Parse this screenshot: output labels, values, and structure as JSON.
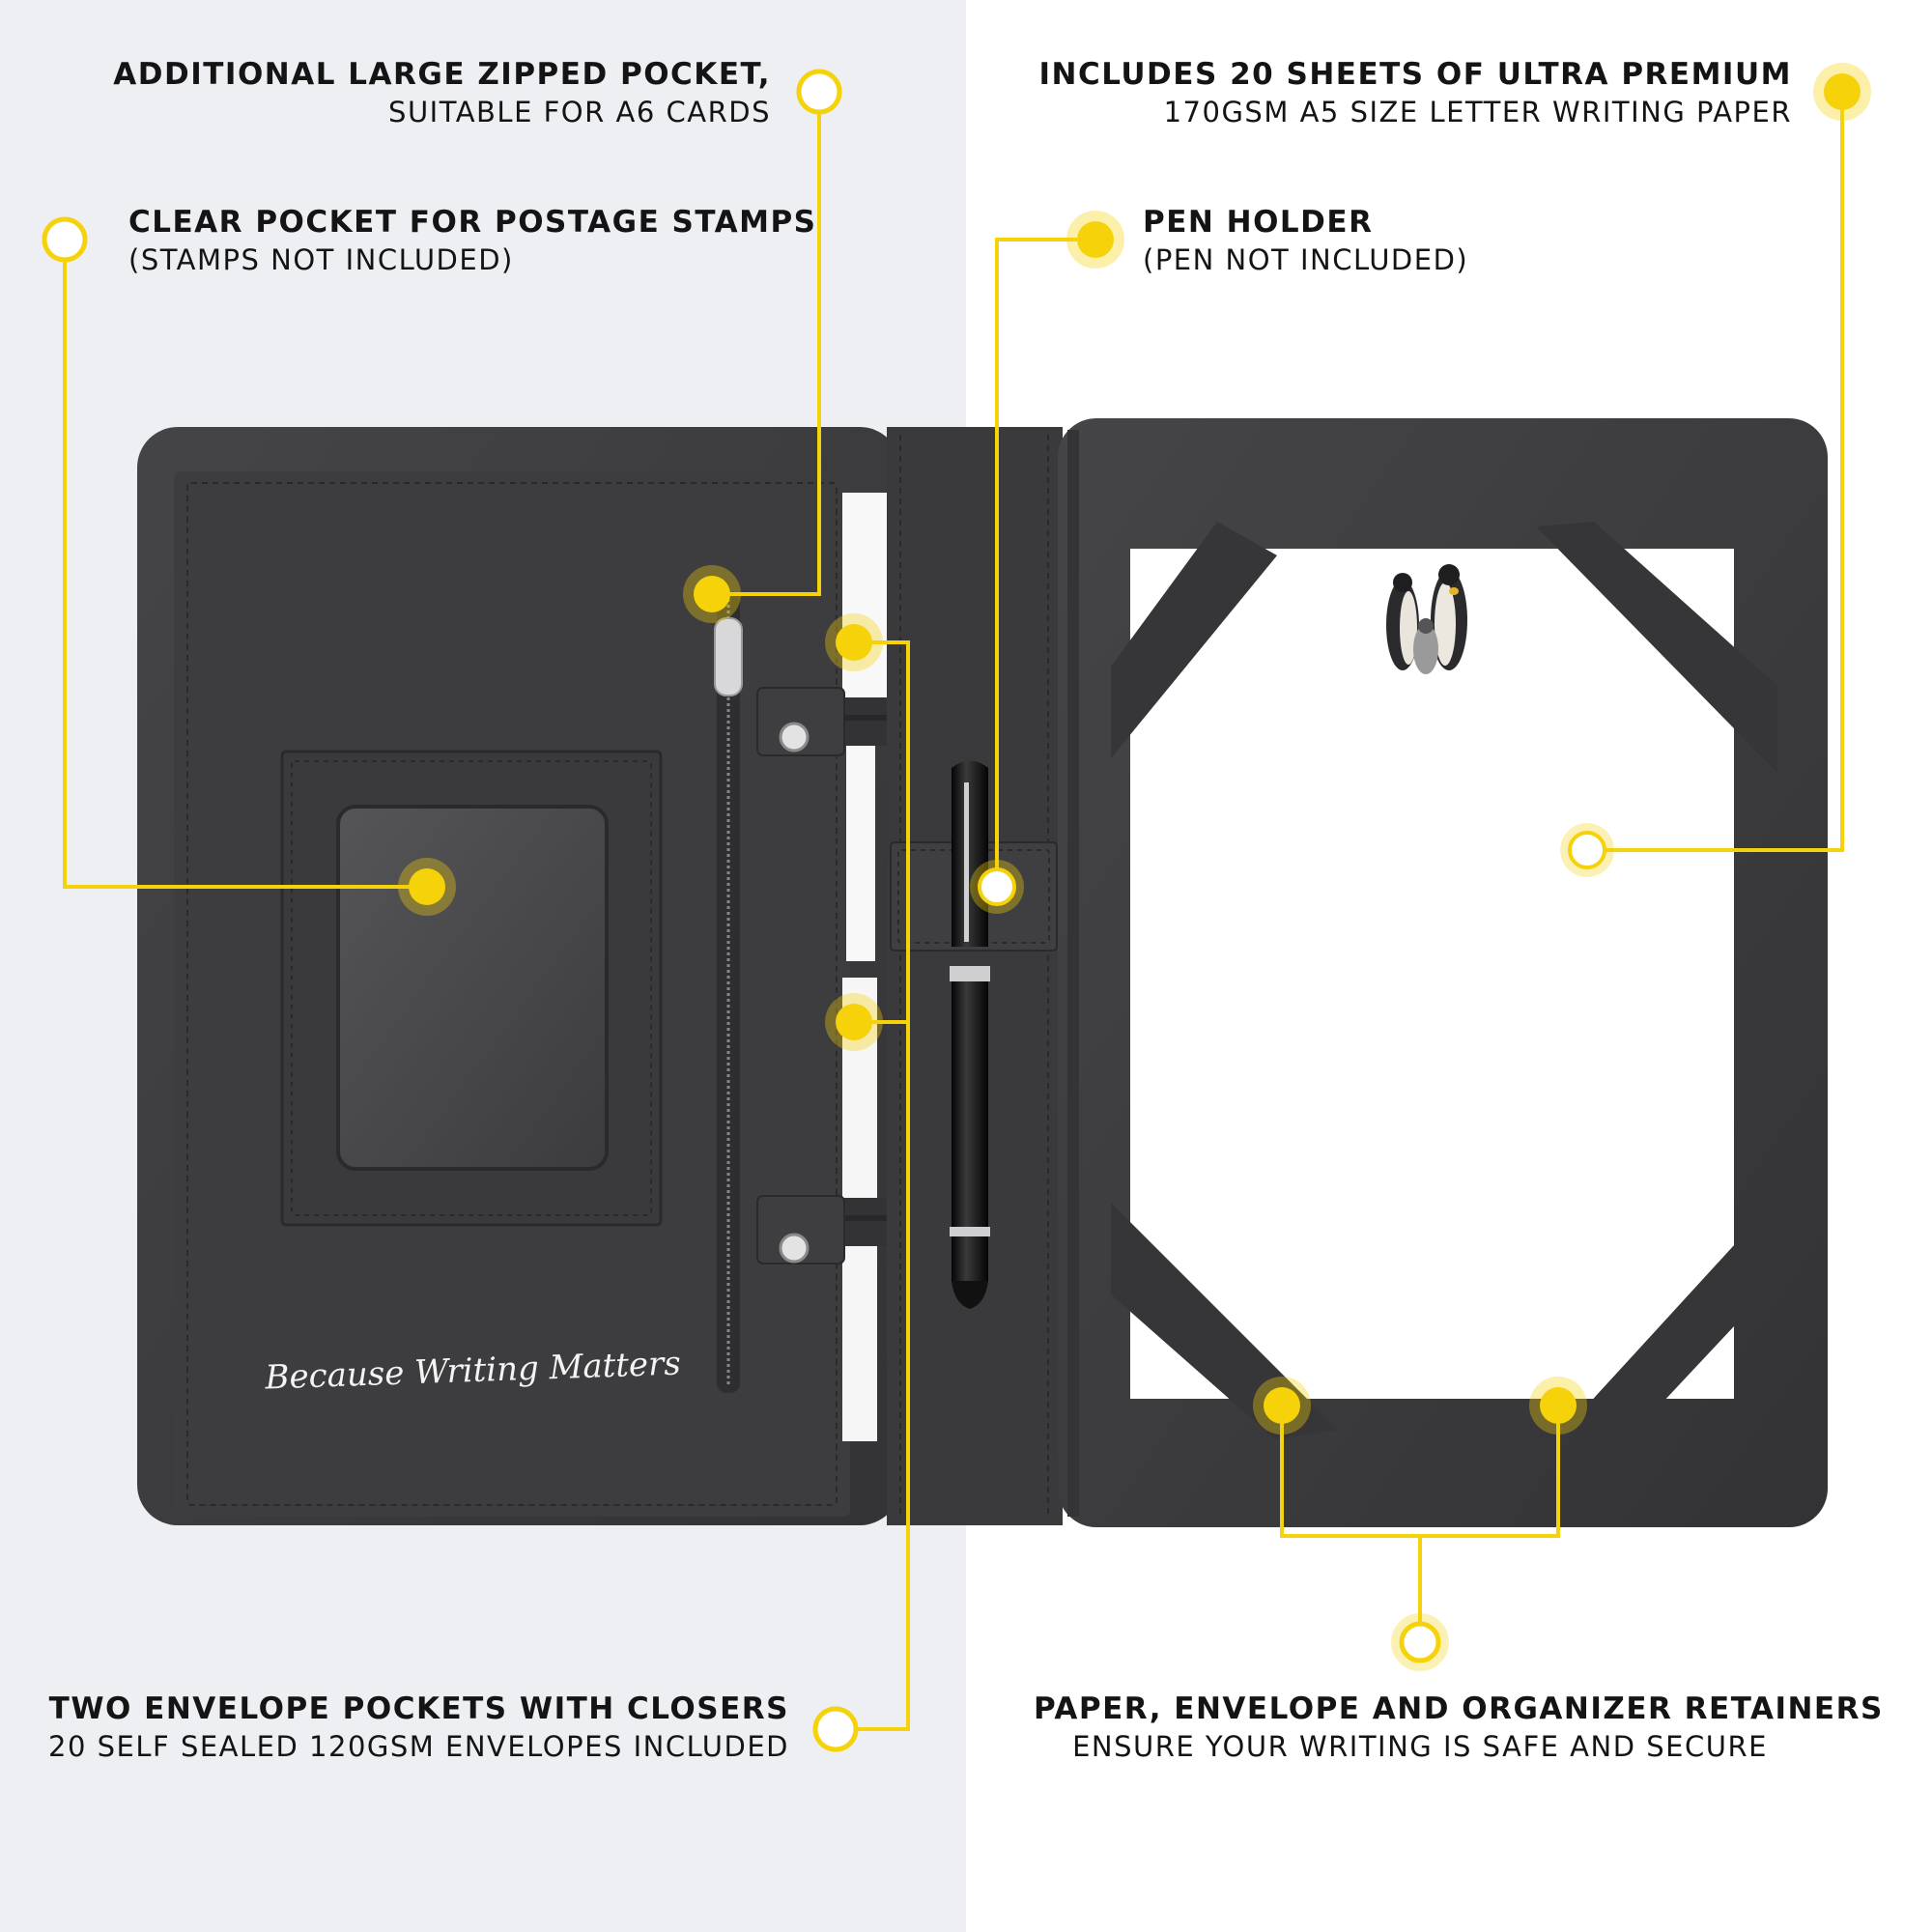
{
  "callouts": {
    "zipped_pocket": {
      "title": "Additional large zipped pocket,",
      "subtitle": "Suitable for A6 cards"
    },
    "stamp_pocket": {
      "title": "Clear pocket for postage stamps",
      "subtitle": "(Stamps not included)"
    },
    "writing_paper": {
      "title": "Includes 20 sheets of ultra premium",
      "subtitle": "170gsm A5 size letter writing paper"
    },
    "pen_holder": {
      "title": "Pen holder",
      "subtitle": "(Pen not included)"
    },
    "envelope_pockets": {
      "title": "Two envelope pockets with closers",
      "subtitle": "20 self sealed 120gsm envelopes included"
    },
    "retainers": {
      "title": "Paper, envelope and organizer retainers",
      "subtitle": "Ensure your writing is safe and secure"
    }
  },
  "cover_script": "Because Writing Matters",
  "colors": {
    "accent": "#f5d20a",
    "leather": "#3a3a3c",
    "left_background": "#eeeff3",
    "text": "#141414"
  }
}
